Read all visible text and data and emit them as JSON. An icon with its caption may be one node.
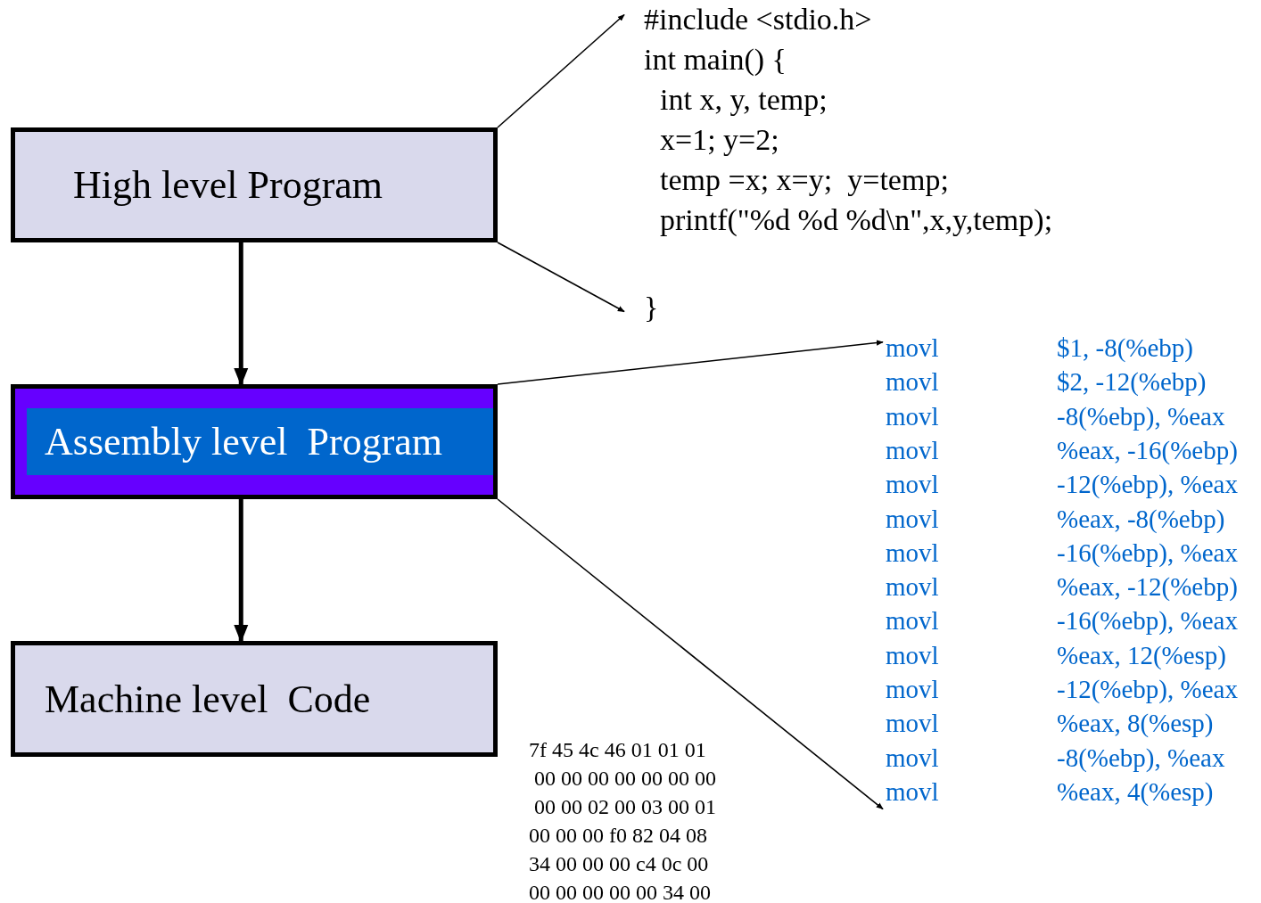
{
  "diagram": {
    "nodes": [
      {
        "text": [
          "High level Program"
        ]
      },
      {
        "text": [
          "Assembly level  Program"
        ]
      },
      {
        "text": [
          "Machine level  Code"
        ]
      },
      {
        "text": [
          "#include <stdio.h>",
          "int main() {",
          "int x, y, temp;",
          "x=1; y=2;",
          "temp =x; x=y;  y=temp;",
          "printf(\"%d %d %d\\n\",x,y,temp);",
          "}"
        ]
      },
      {
        "text": [
          "movl",
          "$1, -8(%ebp)",
          "movl",
          "$2, -12(%ebp)",
          "movl",
          "-8(%ebp), %eax",
          "movl",
          "%eax, -16(%ebp)",
          "movl",
          "-12(%ebp), %eax",
          "movl",
          "%eax, -8(%ebp)",
          "movl",
          "-16(%ebp), %eax",
          "movl",
          "%eax, -12(%ebp)",
          "movl",
          "-16(%ebp), %eax",
          "movl",
          "%eax, 12(%esp)",
          "movl",
          "-12(%ebp), %eax",
          "movl",
          "%eax, 8(%esp)",
          "movl",
          "-8(%ebp), %eax",
          "movl",
          "%eax, 4(%esp)"
        ]
      }
    ],
    "edges": [
      {
        "from": 0,
        "to": 1,
        "arrow": "to",
        "style": "thick"
      },
      {
        "from": 1,
        "to": 2,
        "arrow": "to",
        "style": "thick"
      },
      {
        "from": 0,
        "to": 3,
        "arrow": "to"
      },
      {
        "from": 0,
        "to": 3,
        "arrow": "to"
      },
      {
        "from": 1,
        "to": 4,
        "arrow": "to"
      },
      {
        "from": 1,
        "to": 4,
        "arrow": "to"
      }
    ],
    "labels": [
      "7f 45 4c 46 01 01 01",
      "00 00 00 00 00 00 00",
      "00 00 02 00 03 00 01",
      "00 00 00 f0 82 04 08",
      "34 00 00 00 c4 0c 00",
      "00 00 00 00 00 34 00"
    ]
  }
}
